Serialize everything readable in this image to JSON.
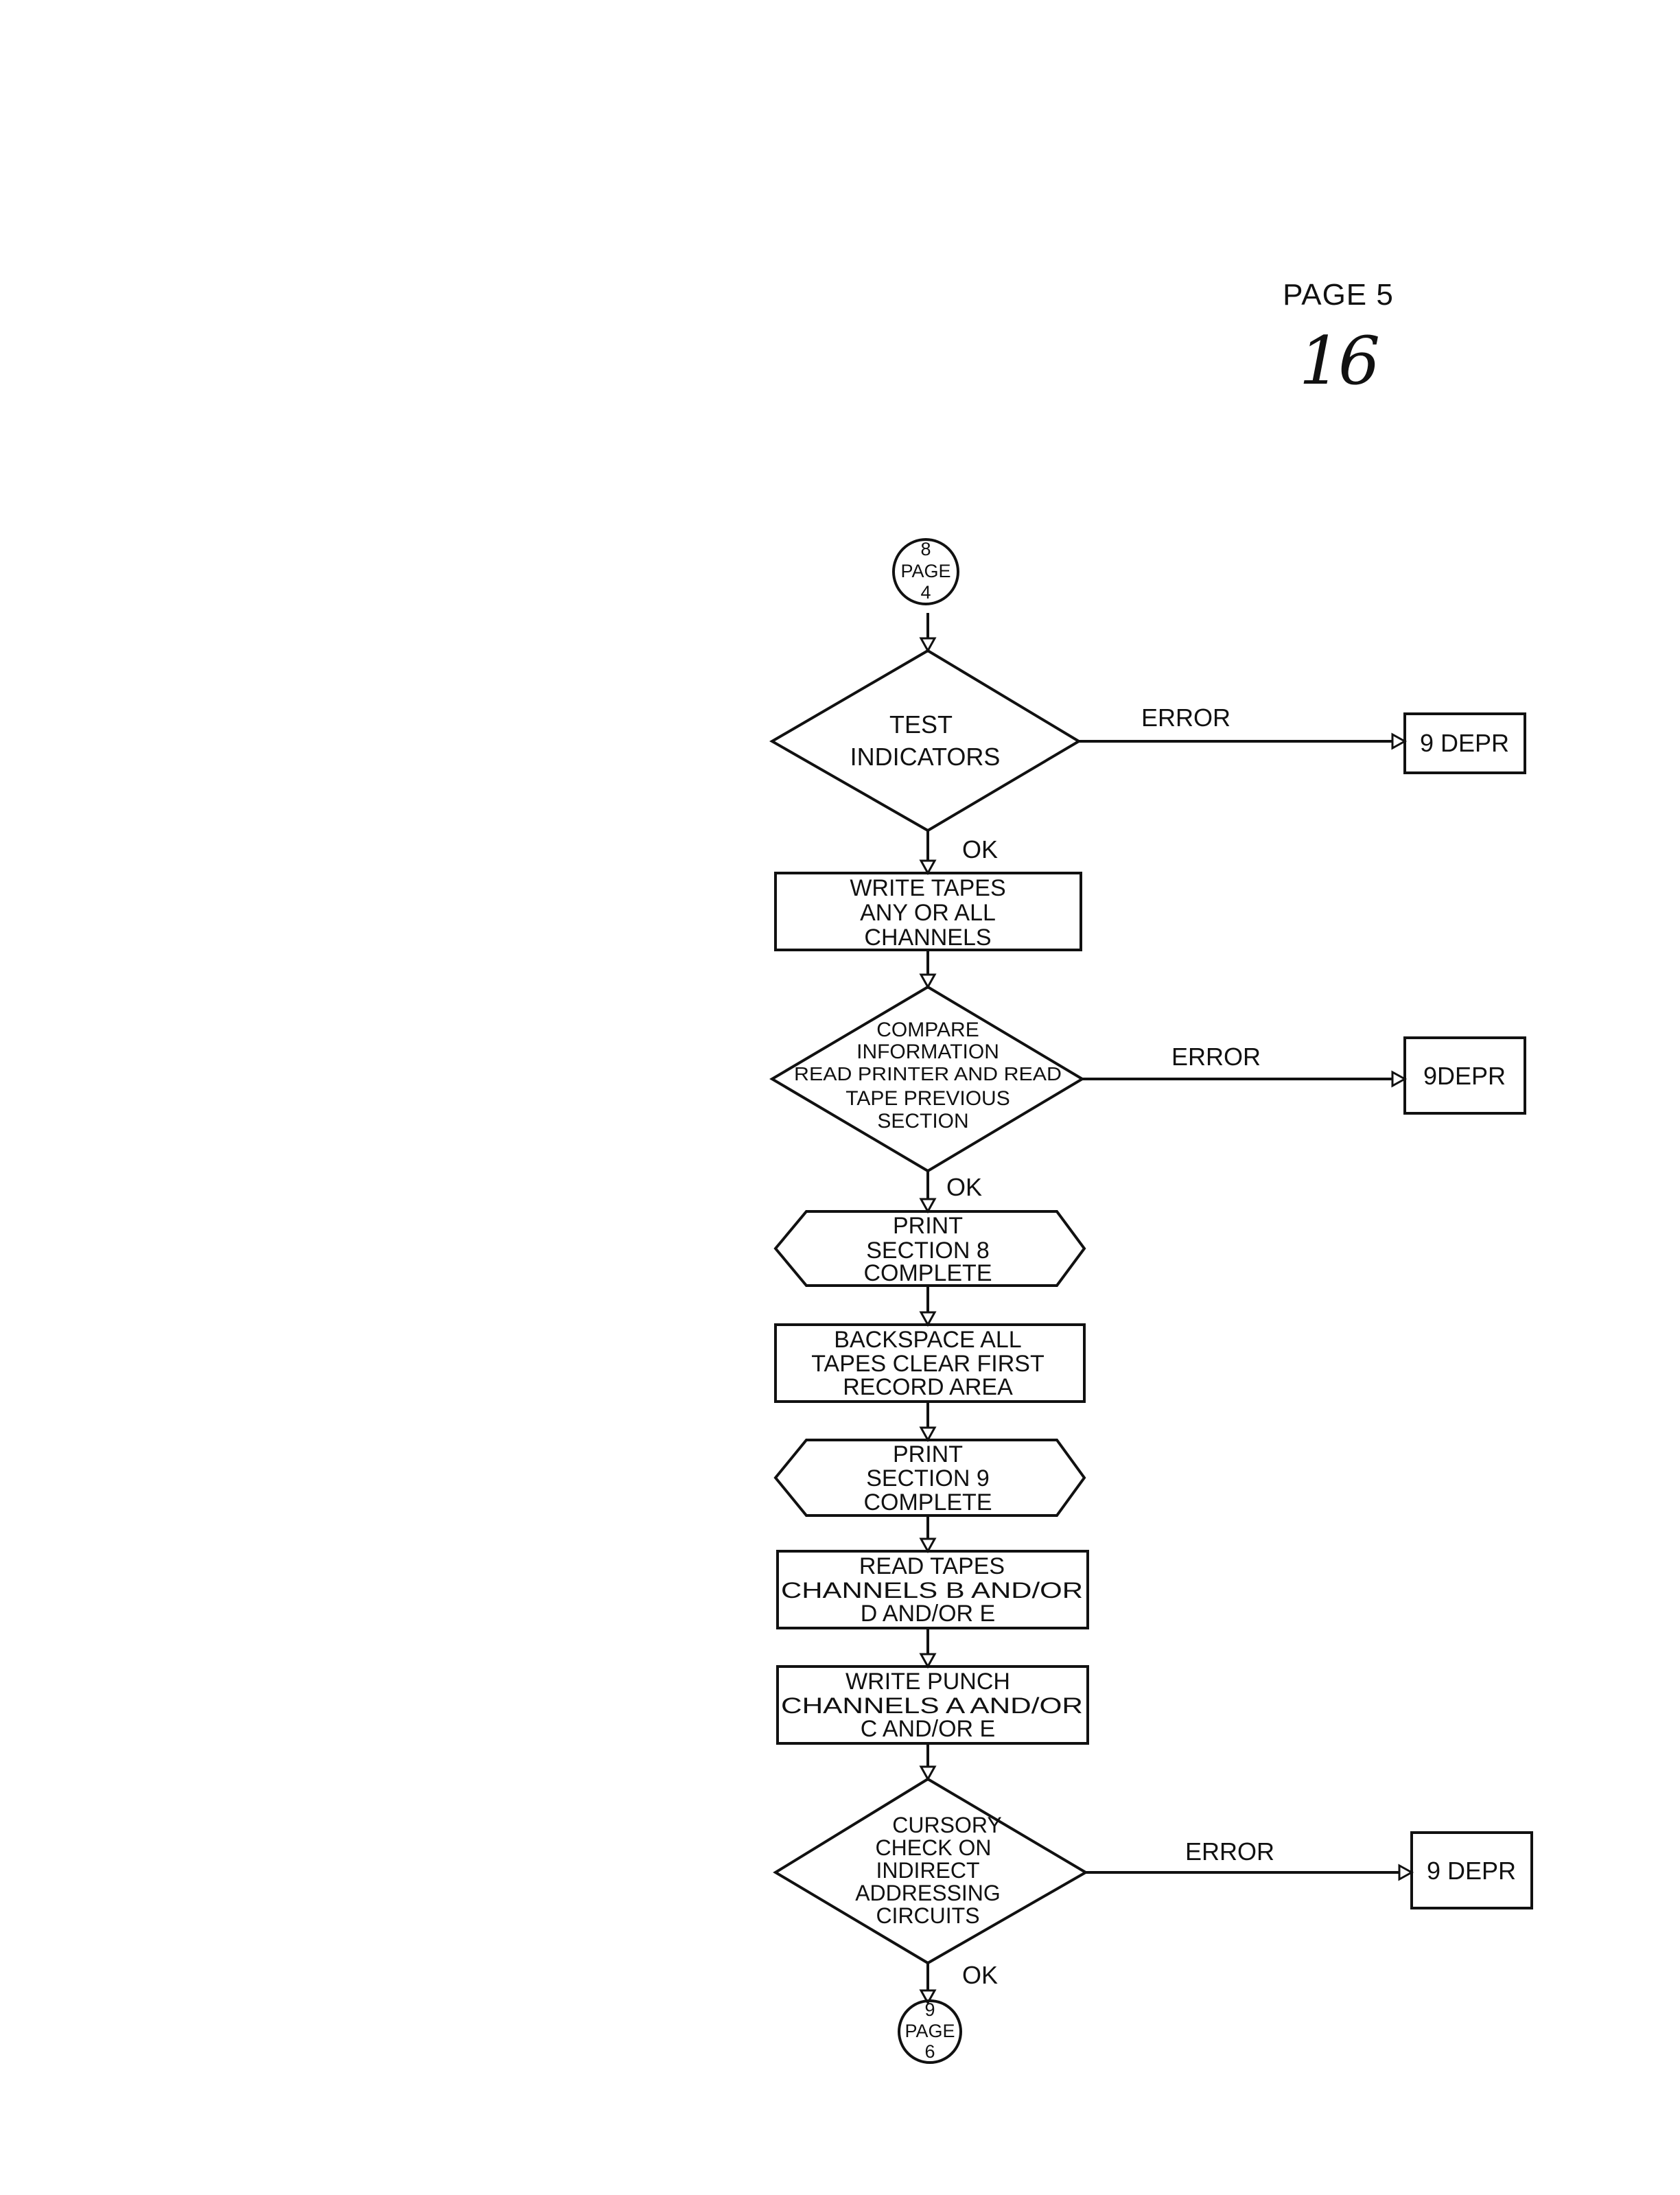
{
  "header": {
    "page_label": "PAGE 5",
    "page_number": "16"
  },
  "connectors": {
    "entry": [
      "8",
      "PAGE",
      "4"
    ],
    "exit": [
      "9",
      "PAGE",
      "6"
    ]
  },
  "steps": {
    "test_indicators": [
      "TEST",
      "INDICATORS"
    ],
    "write_tapes": [
      "WRITE TAPES",
      "ANY OR ALL",
      "CHANNELS"
    ],
    "compare_information": [
      "COMPARE",
      "INFORMATION",
      "READ PRINTER AND READ",
      "TAPE PREVIOUS",
      "SECTION"
    ],
    "print_section_8": [
      "PRINT",
      "SECTION 8",
      "COMPLETE"
    ],
    "backspace_tapes": [
      "BACKSPACE ALL",
      "TAPES CLEAR FIRST",
      "RECORD AREA"
    ],
    "print_section_9": [
      "PRINT",
      "SECTION 9",
      "COMPLETE"
    ],
    "read_tapes": [
      "READ TAPES",
      "CHANNELS B AND/OR",
      "D AND/OR E"
    ],
    "write_punch": [
      "WRITE PUNCH",
      "CHANNELS A AND/OR",
      "C AND/OR E"
    ],
    "cursory_check": [
      "CURSORY",
      "CHECK ON",
      "INDIRECT",
      "ADDRESSING",
      "CIRCUITS"
    ]
  },
  "error_targets": {
    "error_1": "9 DEPR",
    "error_2": "9DEPR",
    "error_3": "9 DEPR"
  },
  "branch_labels": {
    "error_1": "ERROR",
    "error_2": "ERROR",
    "error_3": "ERROR",
    "ok_1": "OK",
    "ok_2": "OK",
    "ok_3": "OK"
  }
}
